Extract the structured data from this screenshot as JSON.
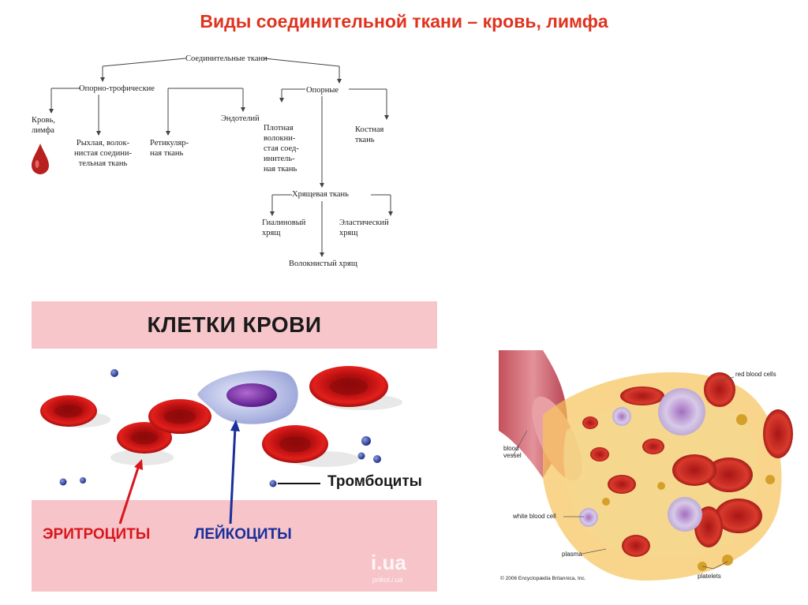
{
  "slide": {
    "title": "Виды соединительной ткани – кровь, лимфа"
  },
  "tree": {
    "root": "Соединительные ткани",
    "branch_left": "Опорно-трофические",
    "branch_right": "Опорные",
    "blood": "Кровь,\nлимфа",
    "loose": "Рыхлая,  волок-\nнистая  соедини-\nтельная ткань",
    "reticular": "Ретикуляр-\nная ткань",
    "endothelium": "Эндотелий",
    "dense": "Плотная\nволокни-\nстая  соед-\nинитель-\nная ткань",
    "bone": "Костная\nткань",
    "cartilage": "Хрящевая ткань",
    "hyaline": "Гиалиновый\nхрящ",
    "elastic": "Эластический\nхрящ",
    "fibrous": "Волокнистый  хрящ"
  },
  "cells": {
    "title": "КЛЕТКИ КРОВИ",
    "platelets": "Тромбоциты",
    "erythrocytes": "ЭРИТРОЦИТЫ",
    "leukocytes": "ЛЕЙКОЦИТЫ",
    "watermark": "i.ua",
    "watermark_sub": "prikol.i.ua",
    "colors": {
      "band": "#f7c6cb",
      "panel_bg": "#fbe3e5",
      "erythrocyte_label": "#d9161c",
      "leukocyte_label": "#1a2f9c"
    }
  },
  "vessel": {
    "red_blood_cells": "red blood cells",
    "blood_vessel": "blood\nvessel",
    "white_blood_cell": "white blood cell",
    "plasma": "plasma",
    "platelets": "platelets",
    "copyright": "© 2006 Encyclopædia Britannica, Inc."
  }
}
